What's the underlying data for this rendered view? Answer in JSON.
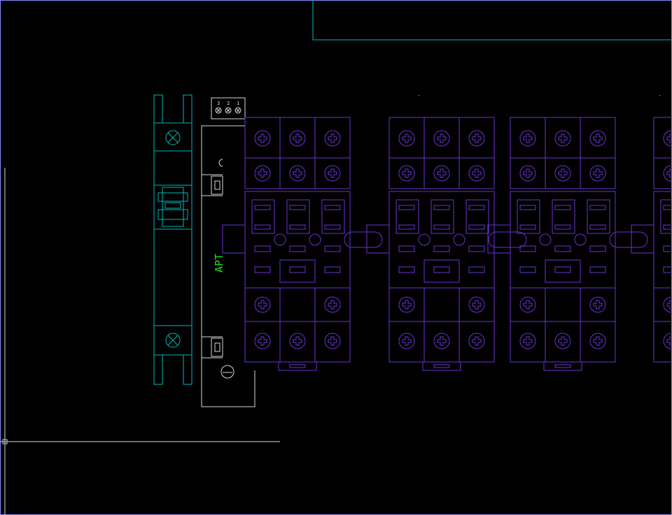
{
  "colors": {
    "background": "#000000",
    "cyan": "#00b8b8",
    "white": "#d8d8d8",
    "purple": "#6a33d6",
    "green": "#22dd22",
    "frame": "#8a8aff"
  },
  "labels": {
    "device": "APT",
    "terminals": [
      "3",
      "2",
      "1"
    ]
  }
}
